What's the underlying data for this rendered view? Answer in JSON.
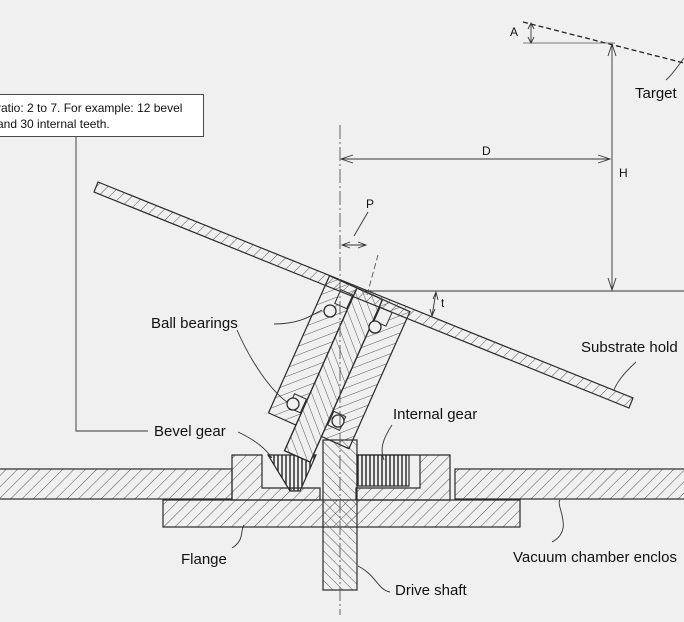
{
  "note": {
    "line1": "ratio: 2 to 7. For example: 12 bevel",
    "line2": "and 30 internal teeth."
  },
  "labels": {
    "target": "Target",
    "ball_bearings": "Ball bearings",
    "substrate_holder": "Substrate hold",
    "internal_gear": "Internal gear",
    "bevel_gear": "Bevel gear",
    "flange": "Flange",
    "vacuum_chamber": "Vacuum chamber enclos",
    "drive_shaft": "Drive shaft"
  },
  "dimensions": {
    "A": "A",
    "D": "D",
    "H": "H",
    "P": "P",
    "t": "t"
  },
  "colors": {
    "background": "#f0f0f0",
    "line": "#2a2a2a",
    "hatch": "#555555"
  }
}
